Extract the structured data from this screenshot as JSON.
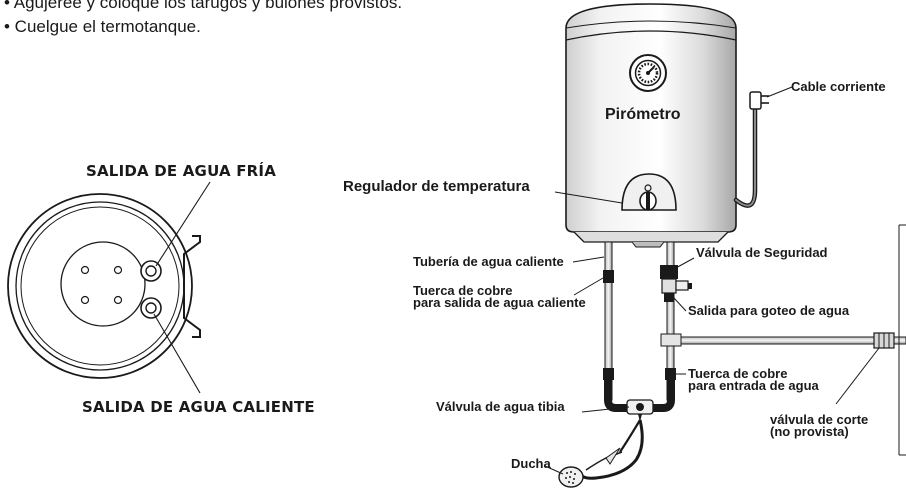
{
  "instructions": [
    "• Agujeree y coloque los tarugos y bulones provistos.",
    "• Cuelgue el termotanque."
  ],
  "left_diagram": {
    "top_heading": "SALIDA DE AGUA FRÍA",
    "bottom_heading": "SALIDA DE AGUA CALIENTE"
  },
  "right_diagram": {
    "labels": {
      "pirometro": "Pirómetro",
      "cable": "Cable corriente",
      "regulador": "Regulador de temperatura",
      "tuberia": "Tubería de agua caliente",
      "valvula_seguridad": "Válvula de Seguridad",
      "tuerca_salida_1": "Tuerca de cobre",
      "tuerca_salida_2": "para salida de agua caliente",
      "goteo": "Salida para goteo de agua",
      "tuerca_entrada_1": "Tuerca de cobre",
      "tuerca_entrada_2": "para entrada de agua",
      "valvula_tibia": "Válvula de agua tibia",
      "valvula_corte_1": "válvula de corte",
      "valvula_corte_2": "(no provista)",
      "ducha": "Ducha"
    }
  }
}
